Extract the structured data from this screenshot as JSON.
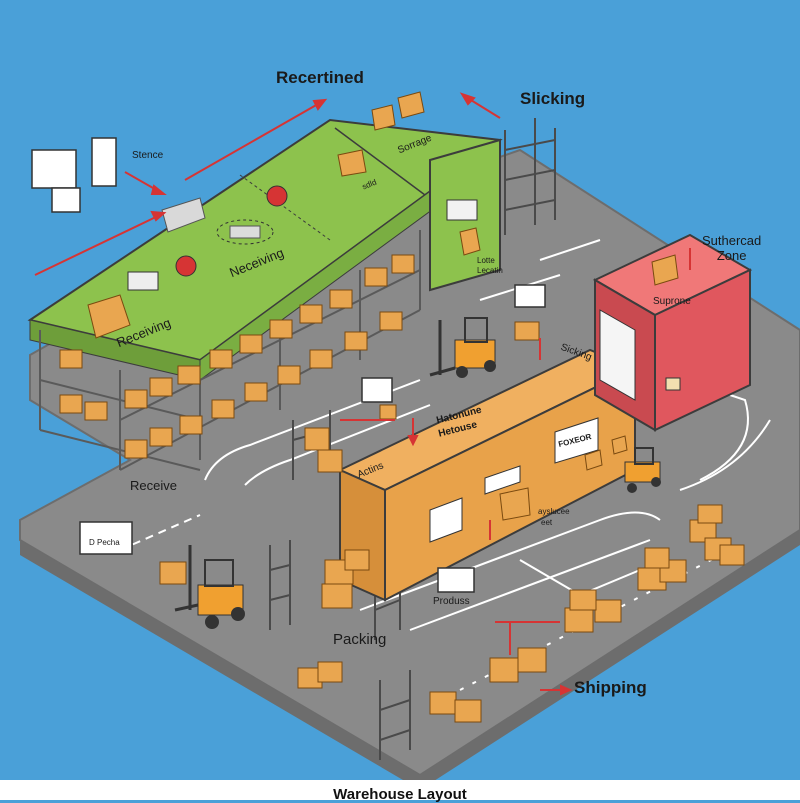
{
  "labels": {
    "recertified": "Recertined",
    "slicking": "Slicking",
    "stence": "Stence",
    "sorrage": "Sorrage",
    "neceiving": "Neceiving",
    "receiving": "Receiving",
    "sold": "sdld",
    "lotte": "Lotte",
    "lotte_sub": "Lecatin",
    "suthercad_zone": "Suthercad\nZone",
    "suprone": "Suprone",
    "sicking": "Sicking",
    "hatonune_line1": "Hatonune",
    "hatonune_line2": "Hetouse",
    "foxeor": "FOXEOR",
    "actins": "Actins",
    "receive": "Receive",
    "sign_text": "D Pecha",
    "aysluce_line1": "ayslucee",
    "aysluce_line2": "eet",
    "produss": "Produss",
    "packing": "Packing",
    "shipping": "Shipping",
    "caption": "Warehouse  Layout"
  },
  "colors": {
    "background": "#4aa0d8",
    "floor": "#8a8a8a",
    "mezzanine": "#8dc24d",
    "shipping_zone": "#e0575e",
    "staging_block": "#e8a24a",
    "box": "#e9a650",
    "rack": "#5a5a5a",
    "arrow_red": "#d63434",
    "lane_white": "#ffffff"
  }
}
